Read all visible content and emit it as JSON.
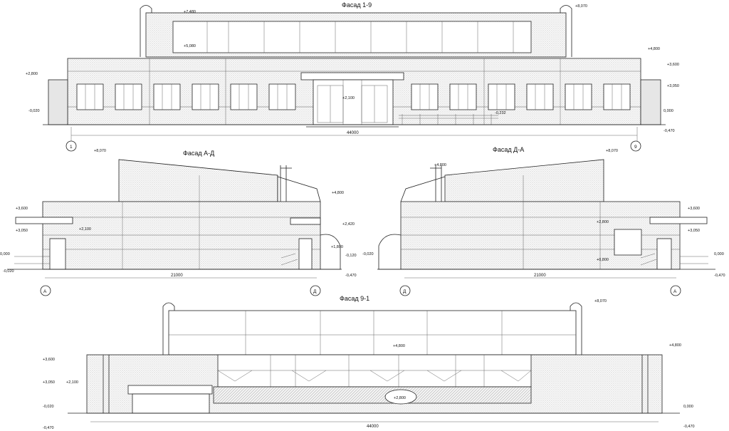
{
  "facade_1_9": {
    "title": "Фасад 1-9",
    "elevations": [
      "+7,480",
      "+8,070",
      "+5,080",
      "+4,800",
      "+2,800",
      "+3,600",
      "+3,050",
      "+2,100",
      "-0,020",
      "-0,232",
      "0,000",
      "-0,470"
    ],
    "span": "44000",
    "axis_left": "1",
    "axis_right": "9"
  },
  "facade_a_d": {
    "title": "Фасад А-Д",
    "elevations": [
      "+8,070",
      "+4,800",
      "+3,600",
      "+3,050",
      "+2,100",
      "+2,420",
      "+1,800",
      "0,000",
      "-0,020",
      "-0,120",
      "-0,470"
    ],
    "span": "21000",
    "axis_left": "А",
    "axis_right": "Д"
  },
  "facade_d_a": {
    "title": "Фасад Д-А",
    "elevations": [
      "+8,070",
      "+4,800",
      "+3,600",
      "+2,800",
      "+3,050",
      "-0,020",
      "+0,800",
      "0,000",
      "-0,470"
    ],
    "span": "21000",
    "axis_left": "Д",
    "axis_right": "А"
  },
  "facade_9_1": {
    "title": "Фасад 9-1",
    "elevations": [
      "+8,070",
      "+4,800",
      "+3,600",
      "+4,800",
      "+3,050",
      "+2,100",
      "+2,800",
      "-0,020",
      "0,000",
      "-0,470",
      "-0,470"
    ],
    "span": "44000"
  }
}
